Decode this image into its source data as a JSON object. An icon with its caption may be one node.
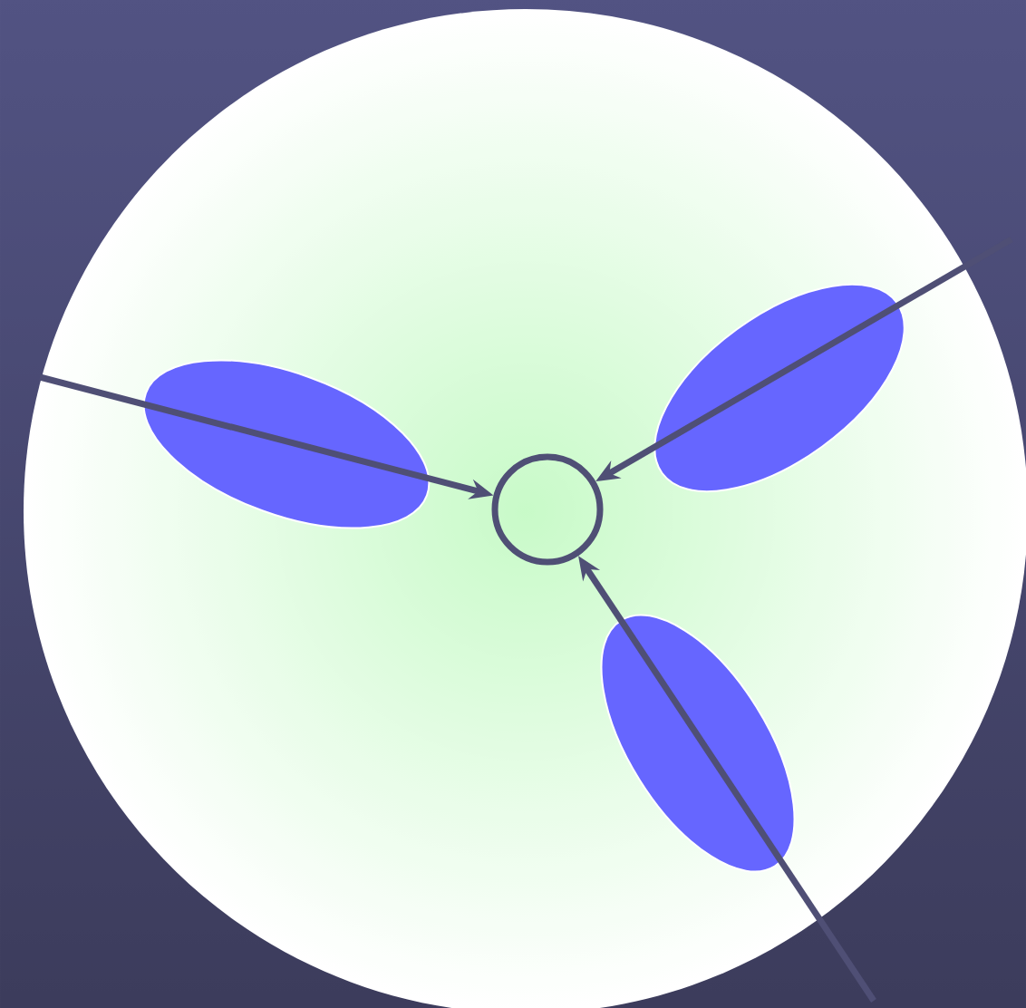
{
  "diagram": {
    "nodes": [
      {
        "text": [],
        "shape": "ellipse"
      },
      {
        "text": [],
        "shape": "ellipse"
      },
      {
        "text": [],
        "shape": "circle"
      },
      {
        "text": [],
        "shape": "ellipse"
      }
    ],
    "edges": [
      {
        "from": null,
        "to": 2,
        "arrow": "to"
      },
      {
        "from": null,
        "to": 2,
        "arrow": "to"
      },
      {
        "from": null,
        "to": 2,
        "arrow": "to"
      }
    ]
  }
}
